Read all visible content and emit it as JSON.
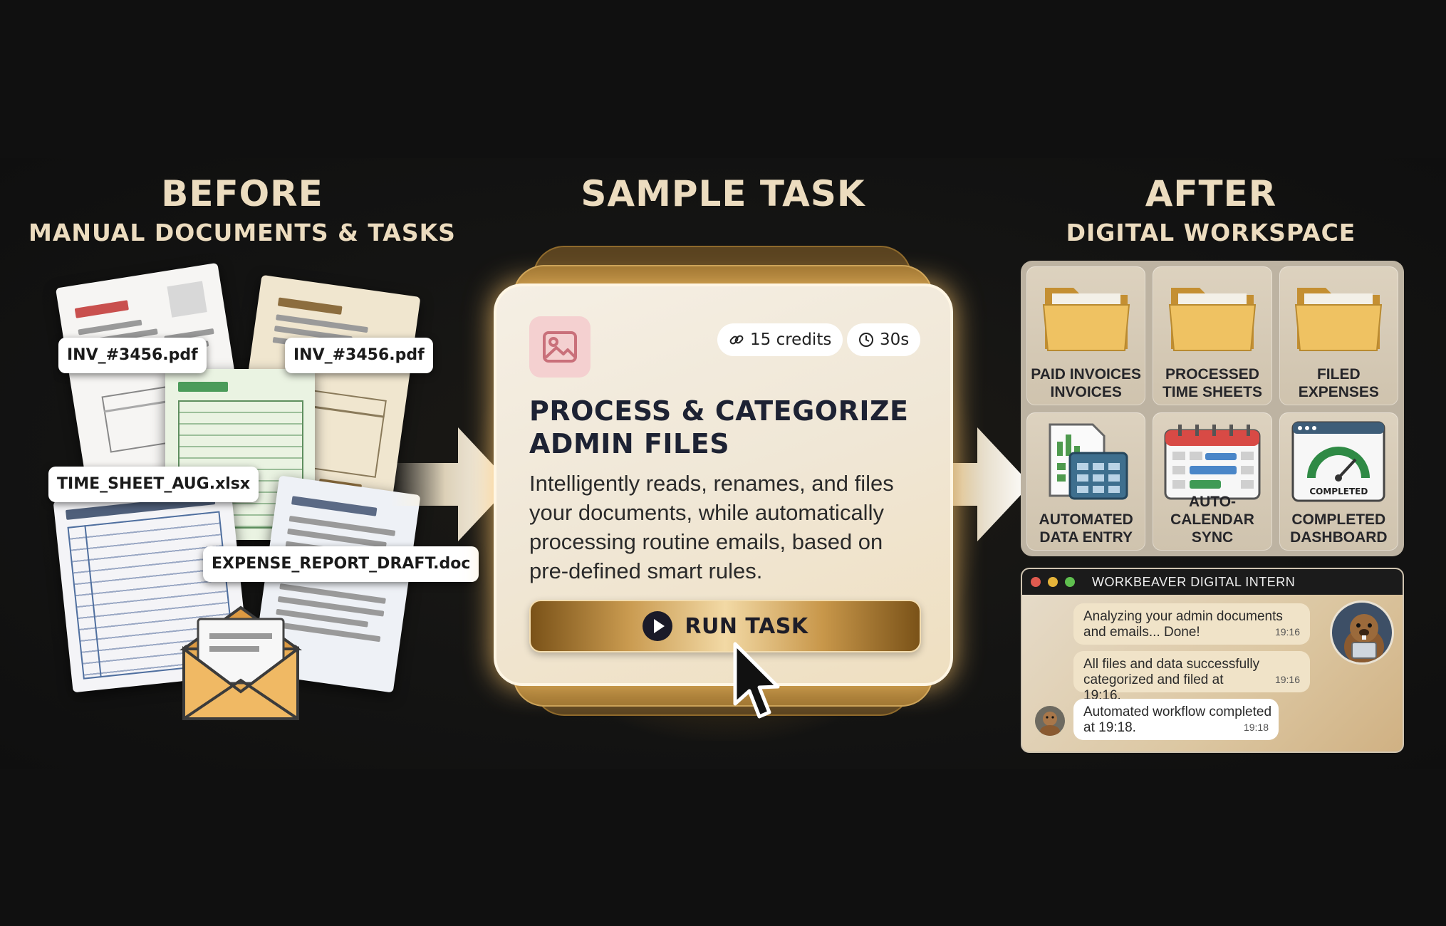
{
  "before": {
    "title": "BEFORE",
    "subtitle": "MANUAL DOCUMENTS & TASKS",
    "tags": {
      "invoice_left": "INV_#3456.pdf",
      "invoice_right": "INV_#3456.pdf",
      "timesheet": "TIME_SHEET_AUG.xlsx",
      "expense": "EXPENSE_REPORT_DRAFT.doc"
    }
  },
  "task": {
    "header": "SAMPLE TASK",
    "credits": "15 credits",
    "duration": "30s",
    "title": "PROCESS & CATEGORIZE ADMIN FILES",
    "description": "Intelligently reads, renames, and files your documents, while automatically processing routine emails, based on pre-defined smart rules.",
    "run_label": "RUN TASK"
  },
  "after": {
    "title": "AFTER",
    "subtitle": "DIGITAL WORKSPACE",
    "tiles": [
      {
        "line1": "PAID INVOICES",
        "line2": "INVOICES",
        "icon": "folder-icon"
      },
      {
        "line1": "PROCESSED",
        "line2": "TIME SHEETS",
        "icon": "folder-icon"
      },
      {
        "line1": "FILED",
        "line2": "EXPENSES",
        "icon": "folder-icon"
      },
      {
        "line1": "AUTOMATED",
        "line2": "DATA ENTRY",
        "icon": "spreadsheet-icon"
      },
      {
        "line1": "AUTO-CALENDAR",
        "line2": "SYNC",
        "icon": "calendar-icon"
      },
      {
        "line1": "COMPLETED",
        "line2": "DASHBOARD",
        "icon": "gauge-icon",
        "badge": "COMPLETED"
      }
    ]
  },
  "chat": {
    "title": "WORKBEAVER DIGITAL INTERN",
    "messages": [
      {
        "text": "Analyzing your admin documents and emails... Done!",
        "time": "19:16"
      },
      {
        "text": "All files and data successfully categorized and filed at 19:16.",
        "time": "19:16"
      },
      {
        "text": "Automated workflow completed at 19:18.",
        "time": "19:18"
      }
    ]
  },
  "colors": {
    "accent_gold": "#c99a4f",
    "header_text": "#ecdcbf",
    "background": "#101010",
    "dot_red": "#e05a4f",
    "dot_yellow": "#e6b43a",
    "dot_green": "#5fbf4f"
  }
}
